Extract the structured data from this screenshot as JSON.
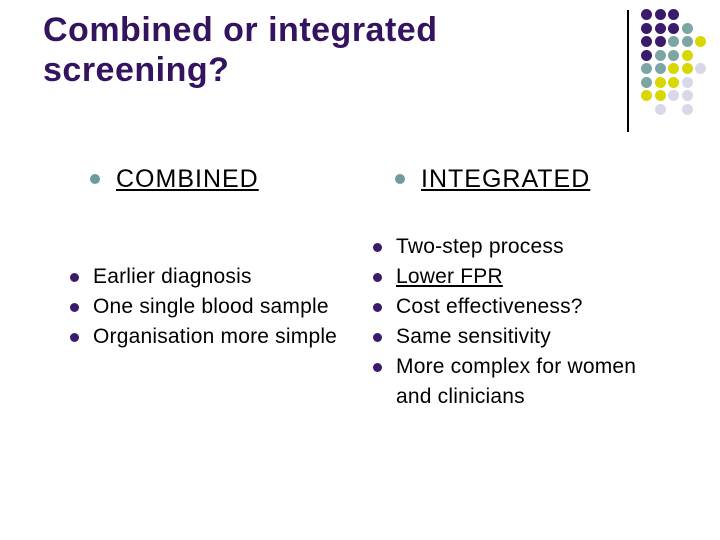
{
  "slide": {
    "title": "Combined or integrated screening?",
    "background": "#ffffff"
  },
  "colors": {
    "title": "#35145f",
    "header_bullet": "#6e9c9c",
    "item_bullet": "#3a1a6b",
    "text": "#000000",
    "line": "#000000"
  },
  "decoration": {
    "palette": {
      "purple": "#3a1a6b",
      "teal": "#7da5a4",
      "yellow": "#d8d800",
      "lavender": "#d8d8e8"
    },
    "dot_grid": [
      [
        [
          0,
          "purple"
        ],
        [
          1,
          "purple"
        ],
        [
          2,
          "purple"
        ]
      ],
      [
        [
          0,
          "purple"
        ],
        [
          1,
          "purple"
        ],
        [
          2,
          "purple"
        ],
        [
          3,
          "teal"
        ]
      ],
      [
        [
          0,
          "purple"
        ],
        [
          1,
          "purple"
        ],
        [
          2,
          "teal"
        ],
        [
          3,
          "teal"
        ],
        [
          4,
          "yellow"
        ]
      ],
      [
        [
          0,
          "purple"
        ],
        [
          1,
          "teal"
        ],
        [
          2,
          "teal"
        ],
        [
          3,
          "yellow"
        ]
      ],
      [
        [
          0,
          "teal"
        ],
        [
          1,
          "teal"
        ],
        [
          2,
          "yellow"
        ],
        [
          3,
          "yellow"
        ],
        [
          4,
          "lavender"
        ]
      ],
      [
        [
          0,
          "teal"
        ],
        [
          1,
          "yellow"
        ],
        [
          2,
          "yellow"
        ],
        [
          3,
          "lavender"
        ]
      ],
      [
        [
          0,
          "yellow"
        ],
        [
          1,
          "yellow"
        ],
        [
          2,
          "lavender"
        ],
        [
          3,
          "lavender"
        ]
      ],
      [
        [
          1,
          "lavender"
        ],
        [
          3,
          "lavender"
        ]
      ]
    ]
  },
  "columns": {
    "left": {
      "header": "COMBINED",
      "items": [
        {
          "text": "Earlier diagnosis",
          "underline": false
        },
        {
          "text": "One single blood sample",
          "underline": false
        },
        {
          "text": "Organisation more simple",
          "underline": false
        }
      ]
    },
    "right": {
      "header": "INTEGRATED",
      "items": [
        {
          "text": "Two-step process",
          "underline": false
        },
        {
          "text": "Lower FPR",
          "underline": true
        },
        {
          "text": "Cost effectiveness?",
          "underline": false
        },
        {
          "text": "Same sensitivity",
          "underline": false
        },
        {
          "text": "More complex for women and clinicians",
          "underline": false
        }
      ]
    }
  }
}
